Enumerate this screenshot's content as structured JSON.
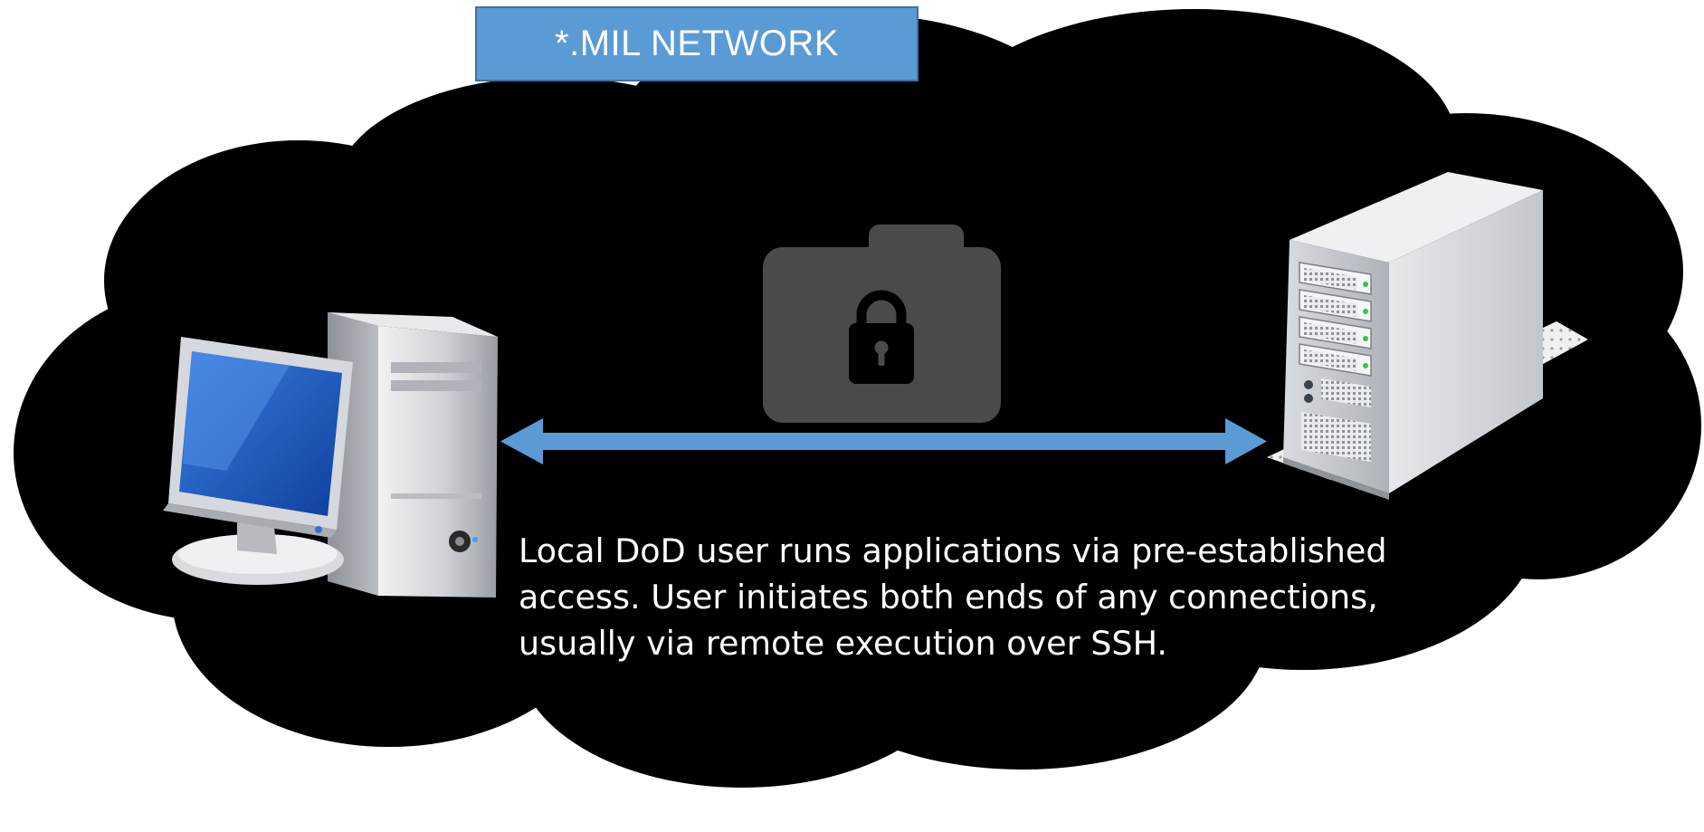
{
  "diagram": {
    "network_label": "*.MIL NETWORK",
    "description_lines": [
      "Local DoD user runs applications via pre-established",
      "access.  User initiates both ends of any connections,",
      "usually via remote execution over SSH."
    ]
  },
  "icons": {
    "cloud": "cloud-shape",
    "client": "desktop-computer-icon",
    "server": "server-tower-icon",
    "secure_channel": "padlock-icon",
    "connection": "bidirectional-arrow"
  },
  "colors": {
    "cloud": "#000000",
    "label_background": "#5b9bd5",
    "label_border": "#41719c",
    "arrow": "#5b9bd5",
    "lock_badge": "#4a4a4a",
    "text": "#ffffff",
    "monitor_screen": "#1f5fc8"
  }
}
